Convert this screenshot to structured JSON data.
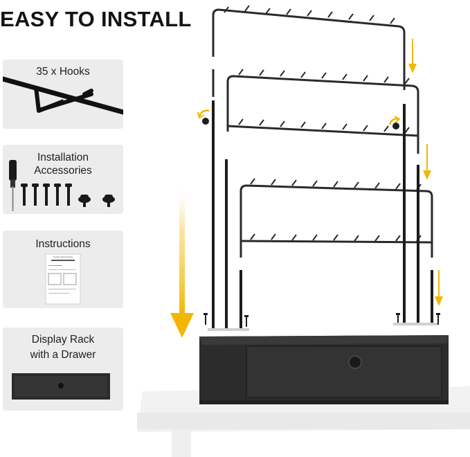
{
  "headline": "EASY TO INSTALL",
  "cards": [
    {
      "title": "35 x Hooks"
    },
    {
      "title_line1": "Installation",
      "title_line2": "Accessories"
    },
    {
      "title": "Instructions",
      "booklet_title": "Jewelry Rack Display"
    },
    {
      "title_line1": "Display Rack",
      "title_line2": "with a Drawer"
    }
  ],
  "colors": {
    "accent_arrow": "#f2b705",
    "rack_metal": "#2a2a2a",
    "card_bg": "#ececec",
    "cabinet": "#2c2c2c",
    "table": "#f4f4f4"
  },
  "icons": [
    "hook-icon",
    "screw-icon",
    "knob-icon",
    "rotate-arrow-icon",
    "down-arrow-icon"
  ]
}
